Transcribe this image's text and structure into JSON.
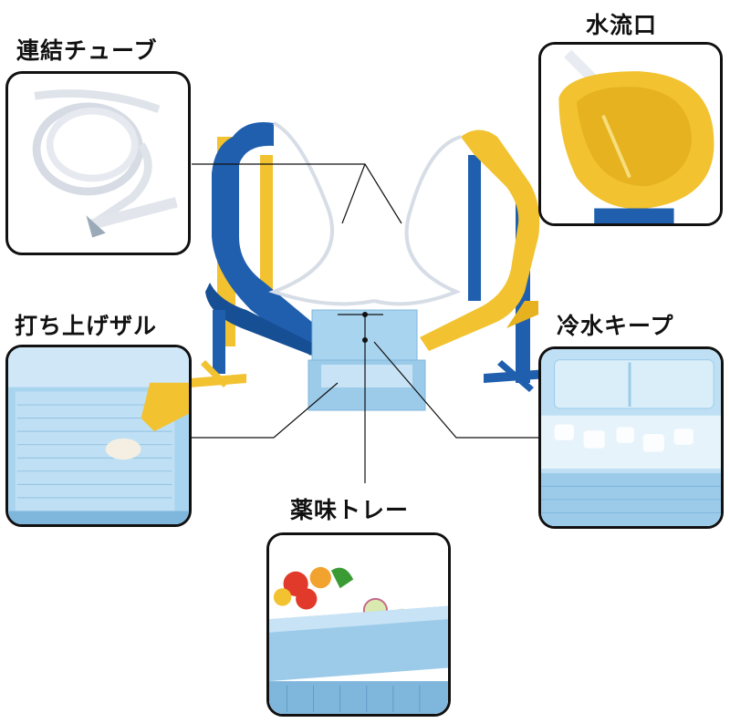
{
  "labels": {
    "tube": "連結チューブ",
    "spout": "水流口",
    "colander": "打ち上げザル",
    "cool": "冷水キープ",
    "tray": "薬味トレー"
  },
  "colors": {
    "blue": "#1f5fae",
    "yellow": "#f2c230",
    "light_blue": "#a9d4ef",
    "outline": "#111111"
  }
}
